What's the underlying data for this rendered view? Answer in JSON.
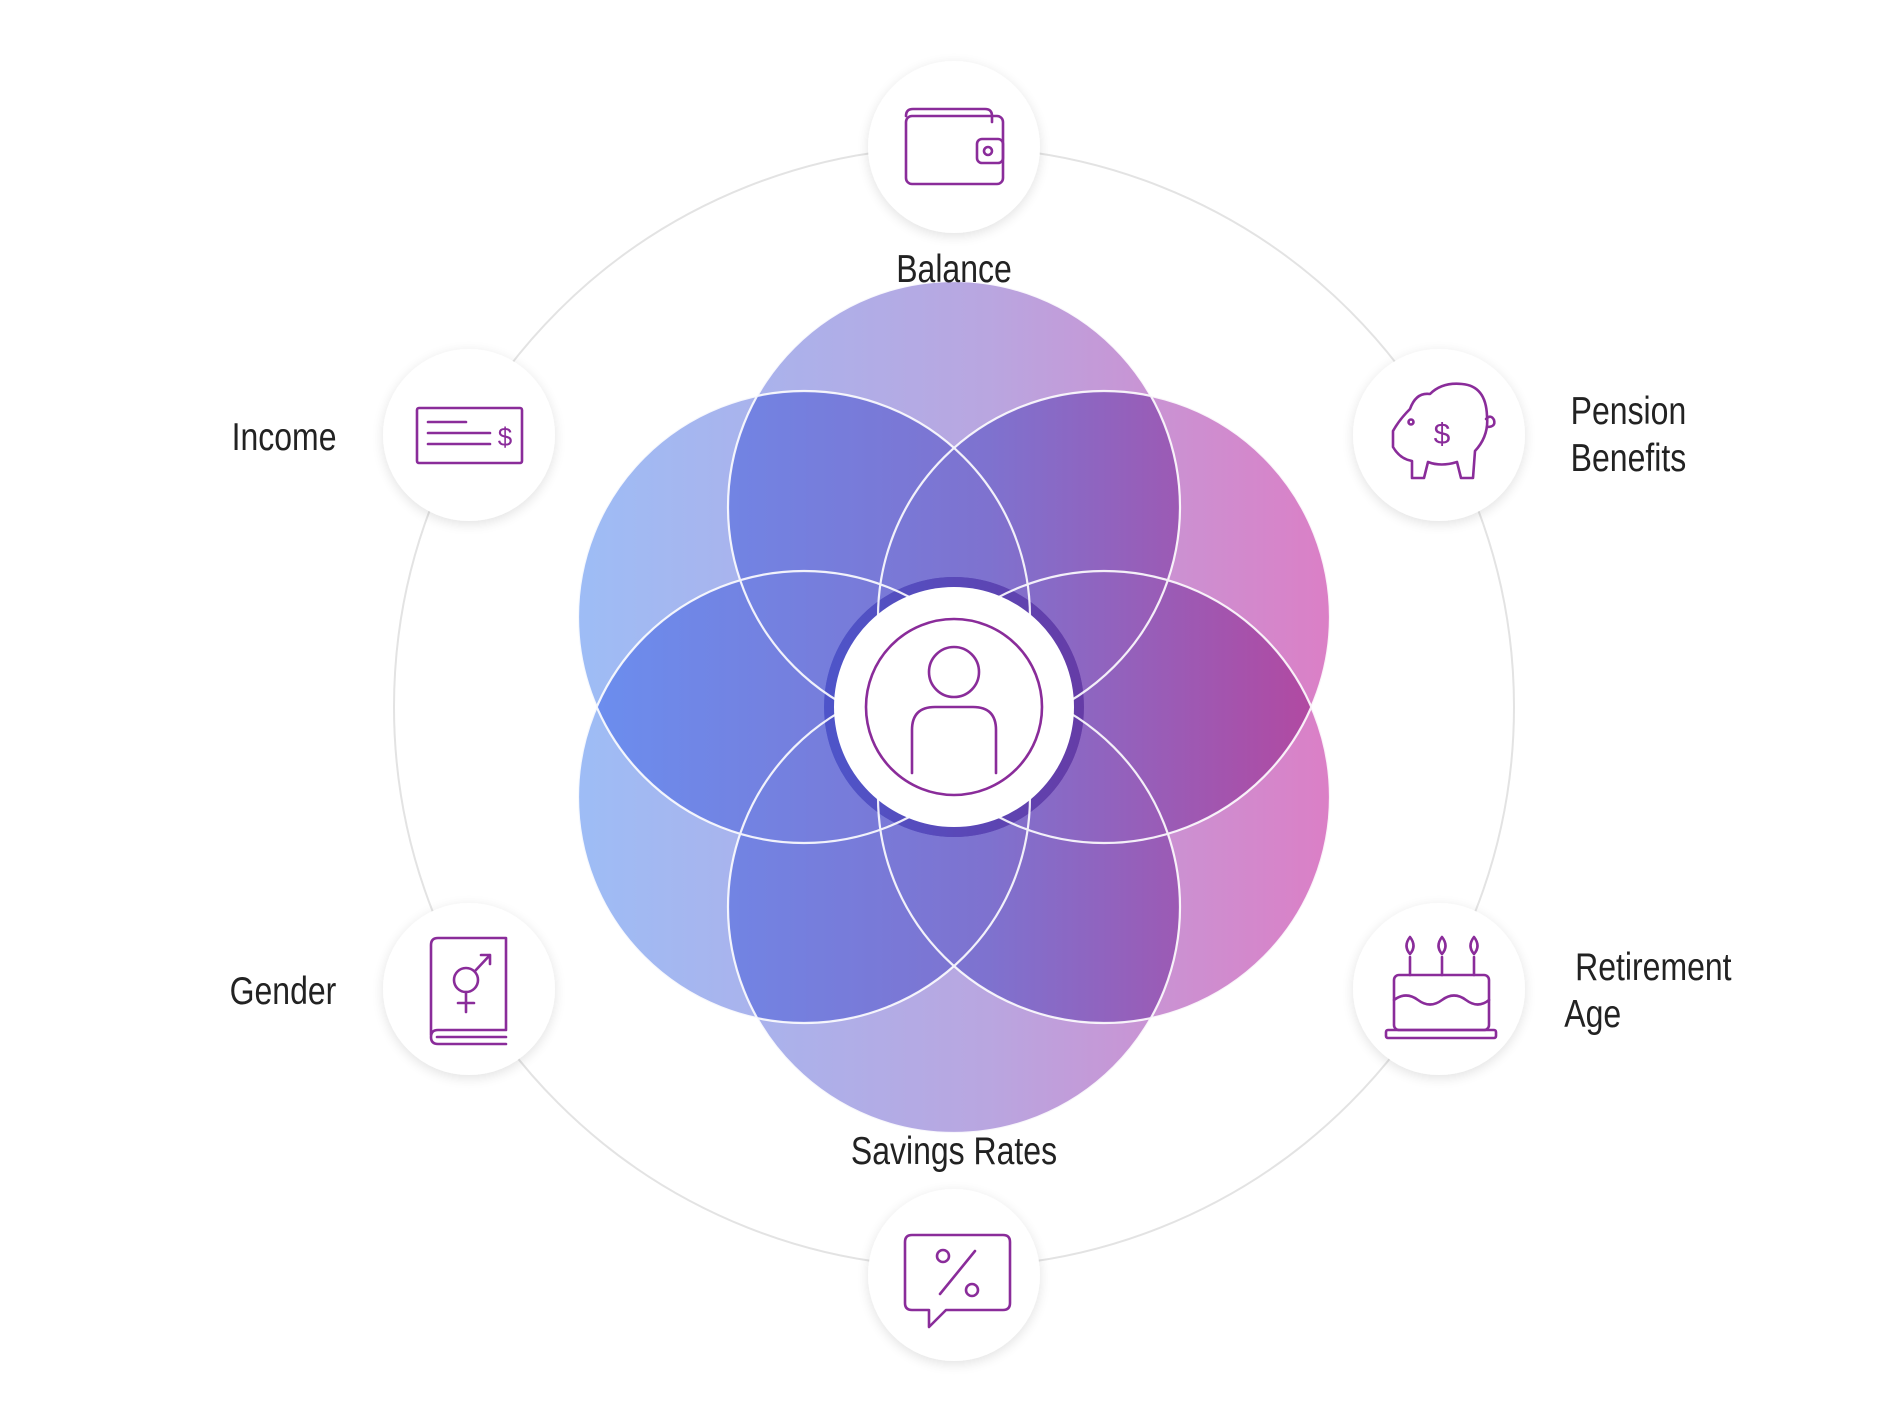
{
  "nodes": {
    "balance": {
      "label": "Balance",
      "icon": "wallet-icon"
    },
    "pension": {
      "label_line1": "Pension",
      "label_line2": "Benefits",
      "icon": "piggy-bank-icon"
    },
    "retirement": {
      "label_line1": "Retirement",
      "label_line2": "Age",
      "icon": "birthday-cake-icon"
    },
    "savings": {
      "label": "Savings Rates",
      "icon": "percent-speech-bubble-icon"
    },
    "gender": {
      "label": "Gender",
      "icon": "gender-book-icon"
    },
    "income": {
      "label": "Income",
      "icon": "paycheck-icon"
    }
  },
  "center": {
    "icon": "person-icon"
  },
  "colors": {
    "gradient_start": "#5f8ff2",
    "gradient_end": "#d84ea8",
    "icon_stroke": "#8a2c9a",
    "ring": "#e2e2e2",
    "text": "#222222"
  }
}
